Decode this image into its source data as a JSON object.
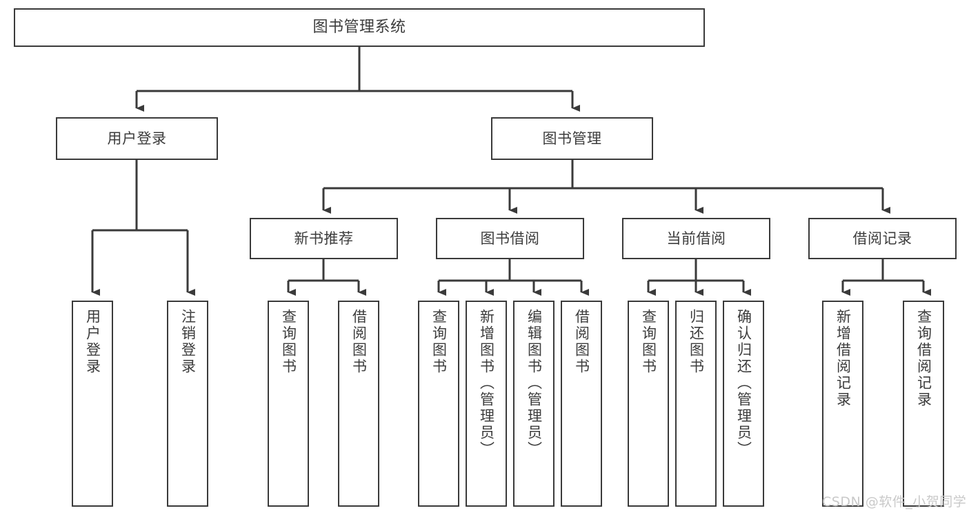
{
  "diagram": {
    "title": "图书管理系统",
    "type": "tree",
    "colors": {
      "box_border": "#3a3a3a",
      "box_fill": "#ffffff",
      "text": "#3c3c3c",
      "connector": "#3a3a3a",
      "watermark": "#c9c9c9",
      "background": "#ffffff"
    },
    "root": {
      "label": "图书管理系统"
    },
    "level2": [
      {
        "label": "用户登录"
      },
      {
        "label": "图书管理"
      }
    ],
    "level3": [
      {
        "label": "新书推荐"
      },
      {
        "label": "图书借阅"
      },
      {
        "label": "当前借阅"
      },
      {
        "label": "借阅记录"
      }
    ],
    "leaves": {
      "user_login": [
        {
          "label": "用户登录"
        },
        {
          "label": "注销登录"
        }
      ],
      "new_book_recommend": [
        {
          "label": "查询图书"
        },
        {
          "label": "借阅图书"
        }
      ],
      "book_borrow": [
        {
          "label": "查询图书"
        },
        {
          "label": "新增图书（管理员）"
        },
        {
          "label": "编辑图书（管理员）"
        },
        {
          "label": "借阅图书"
        }
      ],
      "current_borrow": [
        {
          "label": "查询图书"
        },
        {
          "label": "归还图书"
        },
        {
          "label": "确认归还（管理员）"
        }
      ],
      "borrow_record": [
        {
          "label": "新增借阅记录"
        },
        {
          "label": "查询借阅记录"
        }
      ]
    }
  },
  "watermark": {
    "text": "CSDN @软件_小贺同学"
  }
}
